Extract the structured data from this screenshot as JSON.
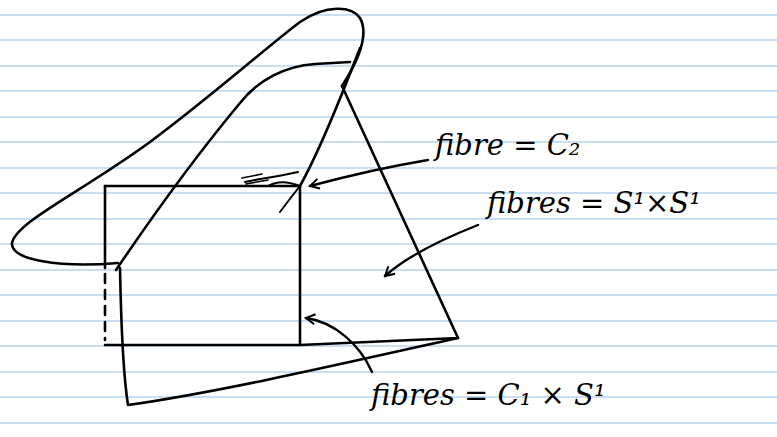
{
  "diagram": {
    "labels": [
      "fibre = C₂",
      "fibres = S¹×S¹",
      "fibres = C₁ × S¹"
    ]
  }
}
